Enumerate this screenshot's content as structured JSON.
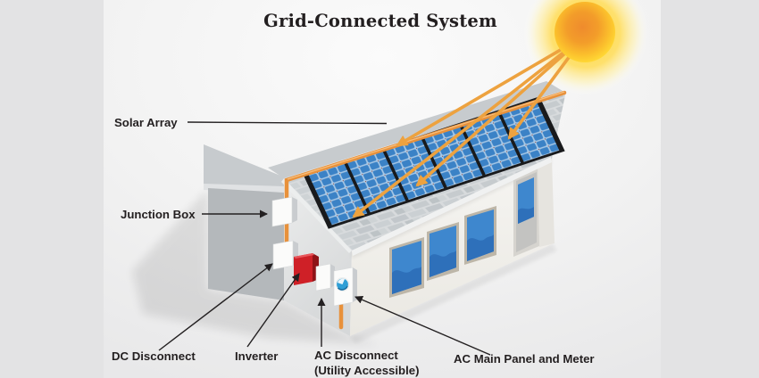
{
  "diagram": {
    "title": "Grid-Connected System",
    "callouts": [
      {
        "id": "solar-array",
        "label": "Solar Array"
      },
      {
        "id": "junction-box",
        "label": "Junction Box"
      },
      {
        "id": "dc-disconnect",
        "label": "DC Disconnect"
      },
      {
        "id": "inverter",
        "label": "Inverter"
      },
      {
        "id": "ac-disconnect",
        "label": "AC Disconnect",
        "label2": "(Utility Accessible)"
      },
      {
        "id": "ac-main-panel",
        "label": "AC Main Panel and Meter"
      }
    ],
    "colors": {
      "ray_orange": "#eda23f",
      "conduit_orange": "#e8913b",
      "panel_cell_blue": "#3b82c6",
      "panel_gap_blue": "#a9c9e6",
      "inverter_red": "#cf2027",
      "window_blue": "#3e87ce",
      "meter_blue": "#2f9fd6",
      "sun_core_orange": "#f08c28",
      "sun_rim_yellow": "#ffd734",
      "label_text": "#231f20",
      "roof_gray": "#d5d8da",
      "background_gray": "#e3e3e4"
    }
  }
}
